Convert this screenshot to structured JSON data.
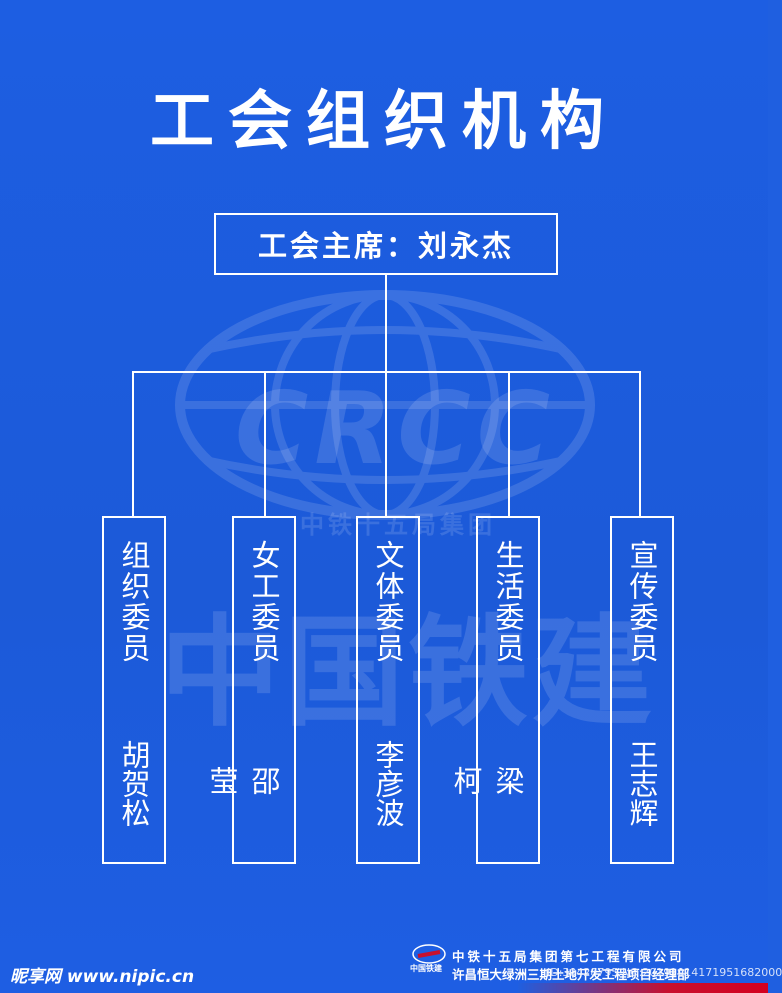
{
  "title": "工会组织机构",
  "chairman": "工会主席：刘永杰",
  "committees": [
    {
      "role": "组织委员",
      "name": "胡贺松"
    },
    {
      "role": "女工委员",
      "name": "邵莹"
    },
    {
      "role": "文体委员",
      "name": "李彦波"
    },
    {
      "role": "生活委员",
      "name": "梁柯"
    },
    {
      "role": "宣传委员",
      "name": "王志辉"
    }
  ],
  "watermark": {
    "logo_text": "CRCC",
    "group_text": "中铁十五局集团",
    "big_text": "中国铁建"
  },
  "footer": {
    "company": "中铁十五局集团第七工程有限公司",
    "project": "许昌恒大绿洲三期土地开发工程项目经理部",
    "image_id": "ID:30428795 NO:20191014171951682000",
    "logo_label": "中国铁建",
    "site": "昵享网 www.nipic.cn"
  },
  "colors": {
    "background": "#1f5fe0",
    "line": "#ffffff",
    "accent": "#c8102e"
  }
}
